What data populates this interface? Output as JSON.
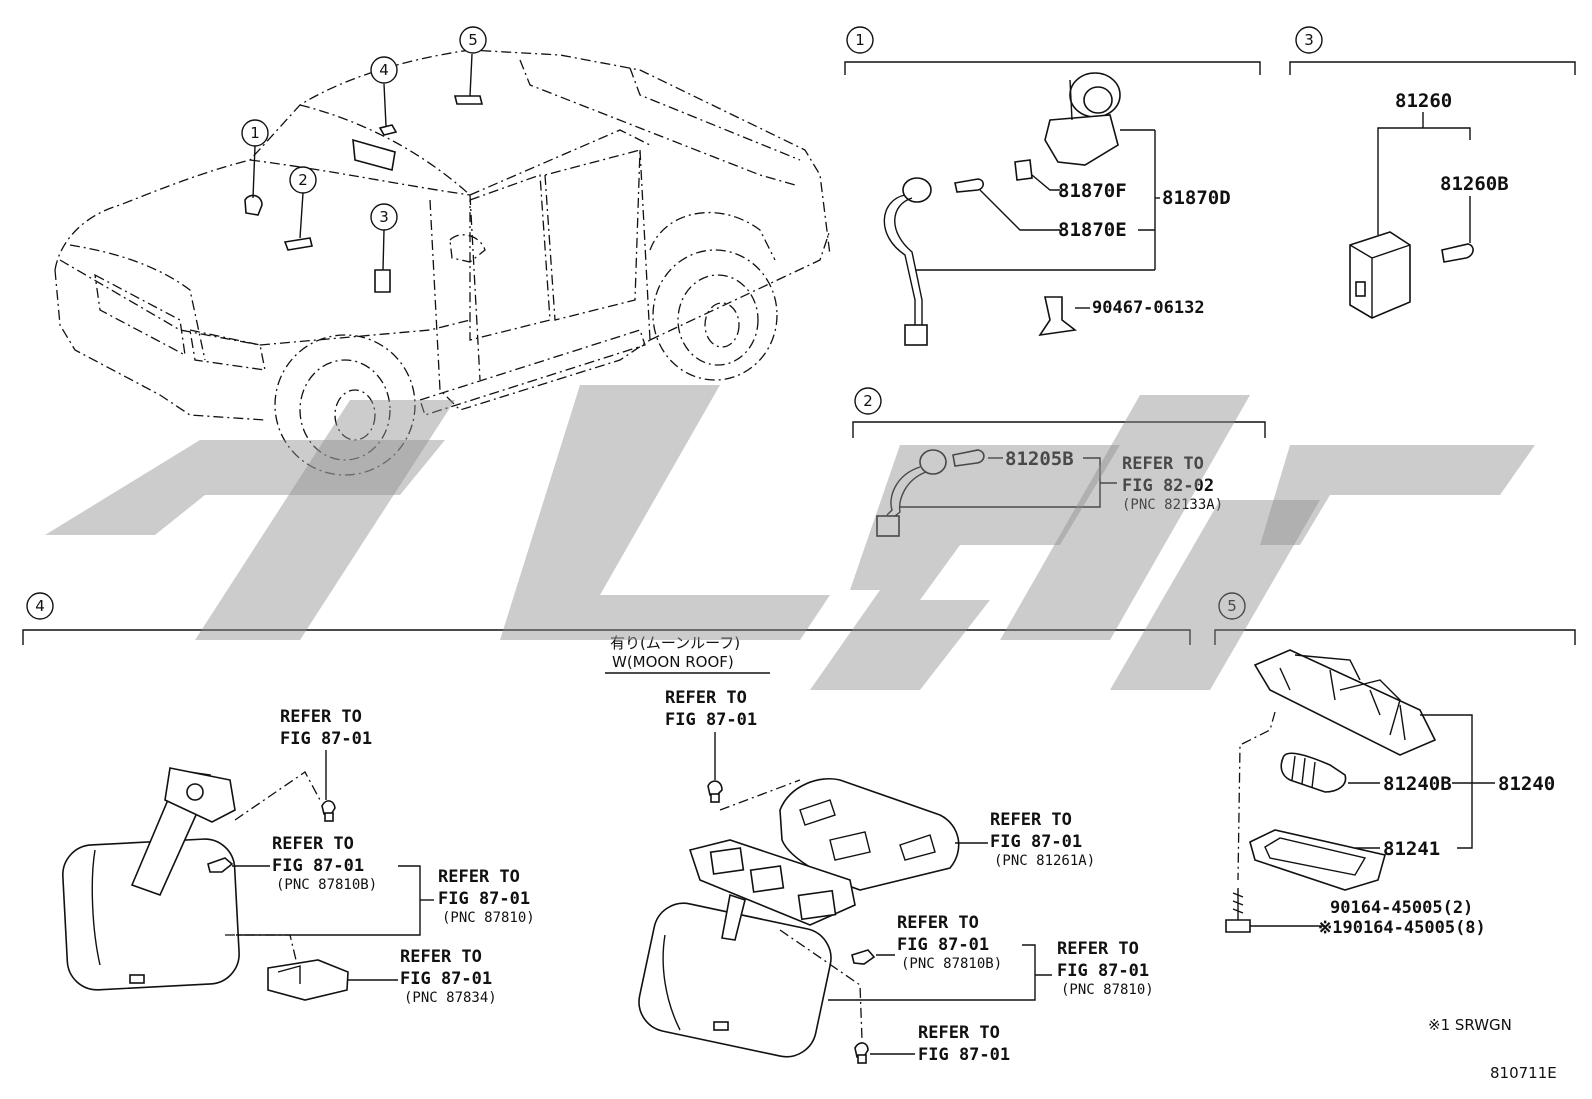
{
  "callouts": [
    "1",
    "2",
    "3",
    "4",
    "5"
  ],
  "truck_callouts": [
    {
      "id": "1"
    },
    {
      "id": "2"
    },
    {
      "id": "3"
    },
    {
      "id": "4"
    },
    {
      "id": "5"
    }
  ],
  "section1": {
    "number": "1",
    "parts": {
      "p81870F": "81870F",
      "p81870D": "81870D",
      "p81870E": "81870E",
      "p90467": "90467-06132"
    }
  },
  "section2": {
    "number": "2",
    "part": "81205B",
    "refer_line1": "REFER TO",
    "refer_line2": "FIG 82-02",
    "refer_line3": "(PNC 82133A)"
  },
  "section3": {
    "number": "3",
    "parts": {
      "p81260": "81260",
      "p81260B": "81260B"
    }
  },
  "section4": {
    "number": "4",
    "moonroof_jp": "有り(ムーンルーフ)",
    "moonroof_en": "W(MOON ROOF)",
    "refs": {
      "a1": "REFER TO",
      "a2": "FIG 87-01",
      "b1": "REFER TO",
      "b2": "FIG 87-01",
      "b3": "(PNC 87810B)",
      "c1": "REFER TO",
      "c2": "FIG 87-01",
      "c3": "(PNC 87810)",
      "d1": "REFER TO",
      "d2": "FIG 87-01",
      "d3": "(PNC 87834)",
      "e1": "REFER TO",
      "e2": "FIG 87-01",
      "f1": "REFER TO",
      "f2": "FIG 87-01",
      "f3": "(PNC 81261A)",
      "g1": "REFER TO",
      "g2": "FIG 87-01",
      "g3": "(PNC 87810B)",
      "h1": "REFER TO",
      "h2": "FIG 87-01",
      "h3": "(PNC 87810)",
      "i1": "REFER TO",
      "i2": "FIG 87-01"
    }
  },
  "section5": {
    "number": "5",
    "parts": {
      "p81240": "81240",
      "p81240B": "81240B",
      "p81241": "81241",
      "bolt1": "90164-45005(2)",
      "bolt2": "※190164-45005(8)"
    }
  },
  "footnote": "※1 SRWGN",
  "figure_id": "810711E",
  "colors": {
    "line": "#111111",
    "watermark": "#8e8e8e",
    "background": "#ffffff"
  }
}
